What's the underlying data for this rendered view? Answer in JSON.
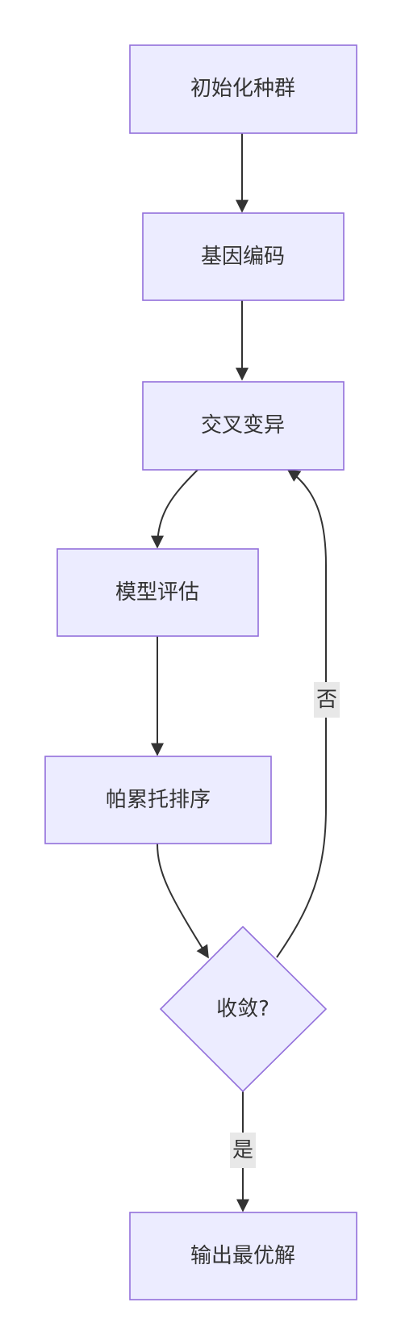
{
  "nodes": {
    "init": {
      "label": "初始化种群"
    },
    "encode": {
      "label": "基因编码"
    },
    "crossover": {
      "label": "交叉变异"
    },
    "evaluate": {
      "label": "模型评估"
    },
    "pareto": {
      "label": "帕累托排序"
    },
    "converge": {
      "label": "收敛?"
    },
    "output": {
      "label": "输出最优解"
    }
  },
  "edges": {
    "no_label": "否",
    "yes_label": "是"
  },
  "colors": {
    "node_fill": "#ECECFF",
    "node_stroke": "#9370DB",
    "edge": "#333333",
    "label_bg": "#e8e8e8"
  }
}
